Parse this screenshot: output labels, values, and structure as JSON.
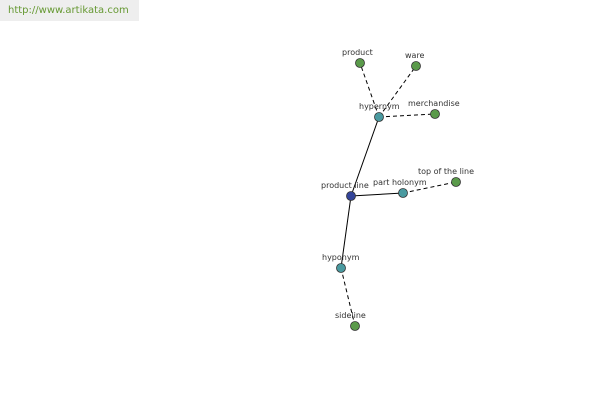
{
  "banner": {
    "url_text": "http://www.artikata.com"
  },
  "colors": {
    "center_node": "#334499",
    "relation_node": "#4a9aa0",
    "leaf_node": "#5a9a4a",
    "banner_text": "#669933"
  },
  "graph": {
    "center": {
      "label": "product line"
    },
    "relations": [
      {
        "id": "hypernym",
        "label": "hypernym"
      },
      {
        "id": "part-holonym",
        "label": "part holonym"
      },
      {
        "id": "hyponym",
        "label": "hyponym"
      }
    ],
    "leaves": [
      {
        "id": "product",
        "label": "product",
        "relation": "hypernym"
      },
      {
        "id": "ware",
        "label": "ware",
        "relation": "hypernym"
      },
      {
        "id": "merchandise",
        "label": "merchandise",
        "relation": "hypernym"
      },
      {
        "id": "top-of-the-line",
        "label": "top of the line",
        "relation": "part-holonym"
      },
      {
        "id": "sideline",
        "label": "sideline",
        "relation": "hyponym"
      }
    ]
  }
}
